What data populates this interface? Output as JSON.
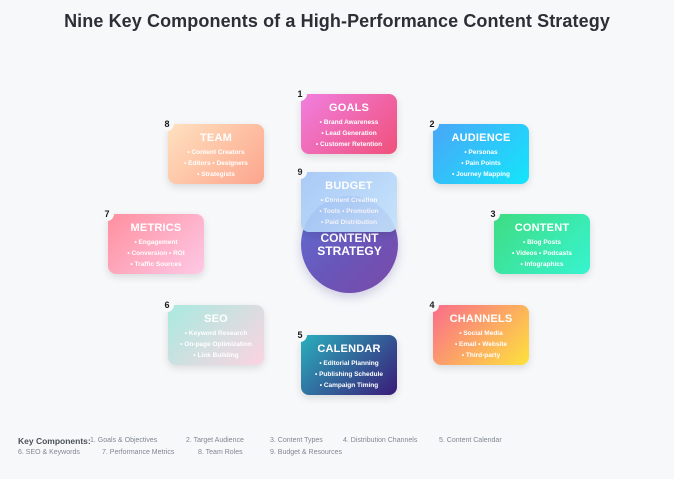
{
  "title": "Nine Key Components of a High-Performance Content Strategy",
  "center": {
    "label": "CONTENT\nSTRATEGY"
  },
  "components": [
    {
      "number": "1",
      "title": "GOALS",
      "items": [
        "• Brand Awareness",
        "• Lead Generation",
        "• Customer Retention"
      ],
      "gradient": [
        "#f07fe0",
        "#f0507a"
      ]
    },
    {
      "number": "2",
      "title": "AUDIENCE",
      "items": [
        "• Personas",
        "• Pain Points",
        "• Journey Mapping"
      ],
      "gradient": [
        "#4aa6f8",
        "#13e6fb"
      ]
    },
    {
      "number": "3",
      "title": "CONTENT",
      "items": [
        "• Blog Posts",
        "• Videos • Podcasts",
        "• Infographics"
      ],
      "gradient": [
        "#3fdc82",
        "#37f4d0"
      ]
    },
    {
      "number": "4",
      "title": "CHANNELS",
      "items": [
        "• Social Media",
        "• Email • Website",
        "• Third-party"
      ],
      "gradient": [
        "#fa6c8c",
        "#fde23c"
      ]
    },
    {
      "number": "5",
      "title": "CALENDAR",
      "items": [
        "• Editorial Planning",
        "• Publishing Schedule",
        "• Campaign Timing"
      ],
      "gradient": [
        "#2ab0bd",
        "#3a1a78"
      ]
    },
    {
      "number": "6",
      "title": "SEO",
      "items": [
        "• Keyword Research",
        "• On-page Optimization",
        "• Link Building"
      ],
      "gradient": [
        "#a8eae0",
        "#fcd3e0"
      ]
    },
    {
      "number": "7",
      "title": "METRICS",
      "items": [
        "• Engagement",
        "• Conversion • ROI",
        "• Traffic Sources"
      ],
      "gradient": [
        "#ff8f9f",
        "#fec9e6"
      ]
    },
    {
      "number": "8",
      "title": "TEAM",
      "items": [
        "• Content Creators",
        "• Editors • Designers",
        "• Strategists"
      ],
      "gradient": [
        "#ffe1bf",
        "#fca58d"
      ]
    },
    {
      "number": "9",
      "title": "BUDGET",
      "items": [
        "• Content Creation",
        "• Tools • Promotion",
        "• Paid Distribution"
      ],
      "gradient": [
        "#a3c6f6",
        "#c4e2fb"
      ]
    }
  ],
  "legend": {
    "heading": "Key Components:",
    "items": [
      "1. Goals & Objectives",
      "2. Target Audience",
      "3. Content Types",
      "4. Distribution Channels",
      "5. Content Calendar",
      "6. SEO & Keywords",
      "7. Performance Metrics",
      "8. Team Roles",
      "9. Budget & Resources"
    ]
  }
}
